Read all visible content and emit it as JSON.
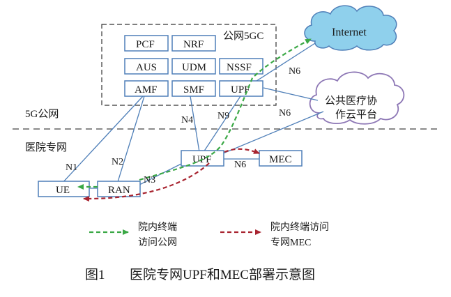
{
  "core_box_label": "公网5GC",
  "zones": {
    "public": "5G公网",
    "private": "医院专网"
  },
  "nodes": {
    "pcf": "PCF",
    "nrf": "NRF",
    "aus": "AUS",
    "udm": "UDM",
    "nssf": "NSSF",
    "amf": "AMF",
    "smf": "SMF",
    "upf_core": "UPF",
    "upf_edge": "UPF",
    "mec": "MEC",
    "ue": "UE",
    "ran": "RAN"
  },
  "clouds": {
    "internet": "Internet",
    "platform_line1": "公共医疗协",
    "platform_line2": "作云平台"
  },
  "interfaces": {
    "n1": "N1",
    "n2": "N2",
    "n3": "N3",
    "n4": "N4",
    "n6_internet": "N6",
    "n6_platform": "N6",
    "n6_mec": "N6",
    "n9": "N9"
  },
  "legend": {
    "green_line1": "院内终端",
    "green_line2": "访问公网",
    "red_line1": "院内终端访问",
    "red_line2": "专网MEC"
  },
  "colors": {
    "node_border": "#4f7fb8",
    "cloud_internet_fill": "#8fd0ec",
    "cloud_internet_stroke": "#4f7fb8",
    "cloud_platform_stroke": "#8d77b5",
    "green_path": "#3aa845",
    "red_path": "#a82430"
  },
  "caption": {
    "figure_no": "图1",
    "title": "医院专网UPF和MEC部署示意图"
  }
}
